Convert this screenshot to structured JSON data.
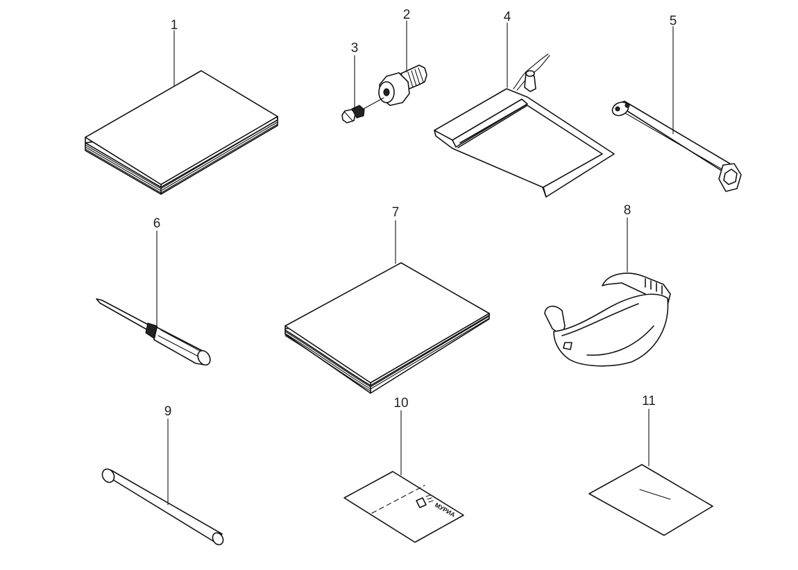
{
  "callouts": {
    "c1": "1",
    "c2": "2",
    "c3": "3",
    "c4": "4",
    "c5": "5",
    "c6": "6",
    "c7": "7",
    "c8": "8",
    "c9": "9",
    "c10": "10",
    "c11": "11"
  },
  "card_label": "МУРИА",
  "colors": {
    "line": "#111111",
    "background": "#ffffff"
  }
}
